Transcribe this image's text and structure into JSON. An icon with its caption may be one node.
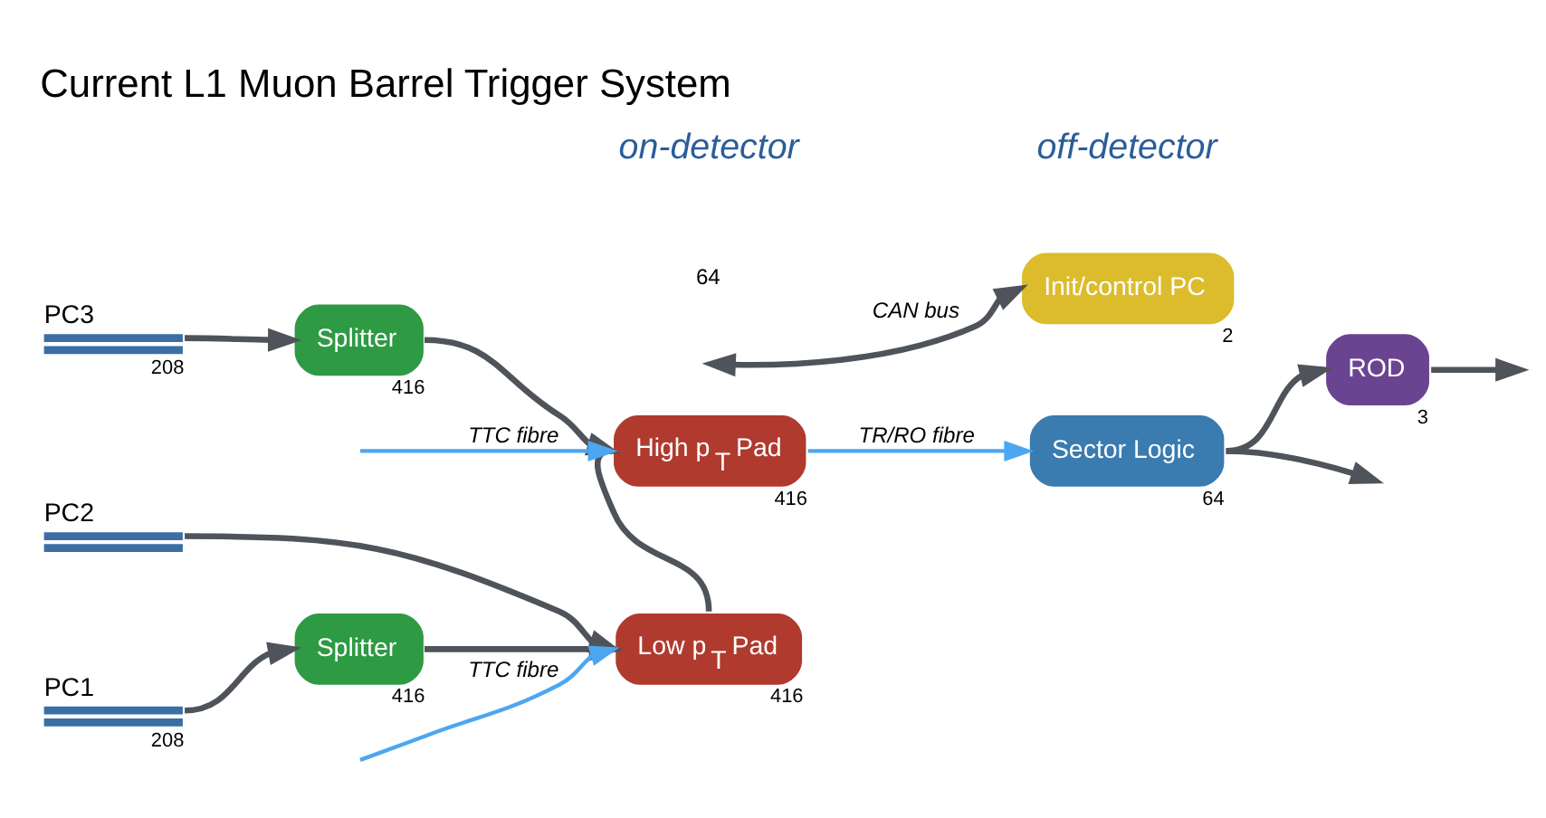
{
  "diagram": {
    "title": "Current L1 Muon Barrel Trigger System",
    "nodes": [
      {
        "text": [
          "PC3"
        ],
        "beside": [
          "208"
        ]
      },
      {
        "text": [
          "Splitter"
        ],
        "beside": [
          "416"
        ]
      },
      {
        "text": [
          "High p$_{T}$ Pad"
        ],
        "beside": [
          "416"
        ]
      },
      {
        "text": [
          "PC2"
        ]
      },
      {
        "text": [
          "Low p$_{T}$ Pad"
        ],
        "beside": [
          "416"
        ]
      },
      {
        "text": [
          "PC1"
        ],
        "beside": [
          "208"
        ]
      },
      {
        "text": [
          "Splitter"
        ],
        "beside": [
          "416"
        ]
      },
      {
        "text": [
          "Init/control PC"
        ],
        "beside": [
          "2"
        ]
      },
      {
        "text": [
          "Sector Logic"
        ],
        "beside": [
          "64"
        ]
      },
      {
        "text": [
          "ROD"
        ],
        "beside": [
          "3"
        ]
      }
    ],
    "edges": [
      {
        "from": 0,
        "to": 1,
        "arrow": "to"
      },
      {
        "from": 1,
        "to": 2,
        "arrow": "to"
      },
      {
        "from": 3,
        "to": 4,
        "arrow": "to"
      },
      {
        "from": 5,
        "to": 6,
        "arrow": "to"
      },
      {
        "from": 6,
        "to": 4,
        "arrow": "to"
      },
      {
        "from": 4,
        "to": 2,
        "arrow": "to"
      },
      {
        "from": null,
        "to": 7,
        "arrow": "both",
        "label": "CAN bus"
      },
      {
        "from": null,
        "to": 2,
        "arrow": "to",
        "label": "TTC fibre",
        "color": "#4da6f0"
      },
      {
        "from": 2,
        "to": 8,
        "arrow": "to",
        "label": "TR/RO fibre",
        "color": "#4da6f0"
      },
      {
        "from": null,
        "to": 4,
        "arrow": "to",
        "label": "TTC fibre",
        "color": "#4da6f0"
      },
      {
        "from": 8,
        "to": 9,
        "arrow": "to"
      },
      {
        "from": 8,
        "to": null,
        "arrow": "to"
      },
      {
        "from": 9,
        "to": null,
        "arrow": "to"
      }
    ],
    "labels": [
      "on-detector",
      "off-detector",
      "64"
    ]
  }
}
